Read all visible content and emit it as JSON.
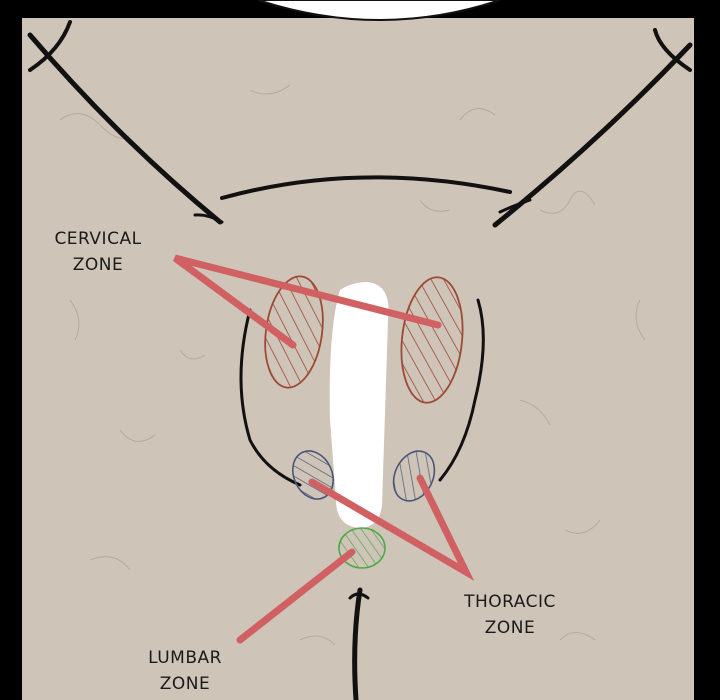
{
  "labels": {
    "cervical": {
      "line1": "CERVICAL",
      "line2": "ZONE"
    },
    "thoracic": {
      "line1": "THORACIC",
      "line2": "ZONE"
    },
    "lumbar": {
      "line1": "LUMBAR",
      "line2": "ZONE"
    }
  },
  "colors": {
    "paper": "#cfc4b8",
    "outline": "#111111",
    "pointer": "#d06062",
    "cervical_zone": "#9c4a35",
    "thoracic_zone": "#4a5678",
    "lumbar_zone": "#4faa46",
    "highlight": "#ffffff"
  }
}
